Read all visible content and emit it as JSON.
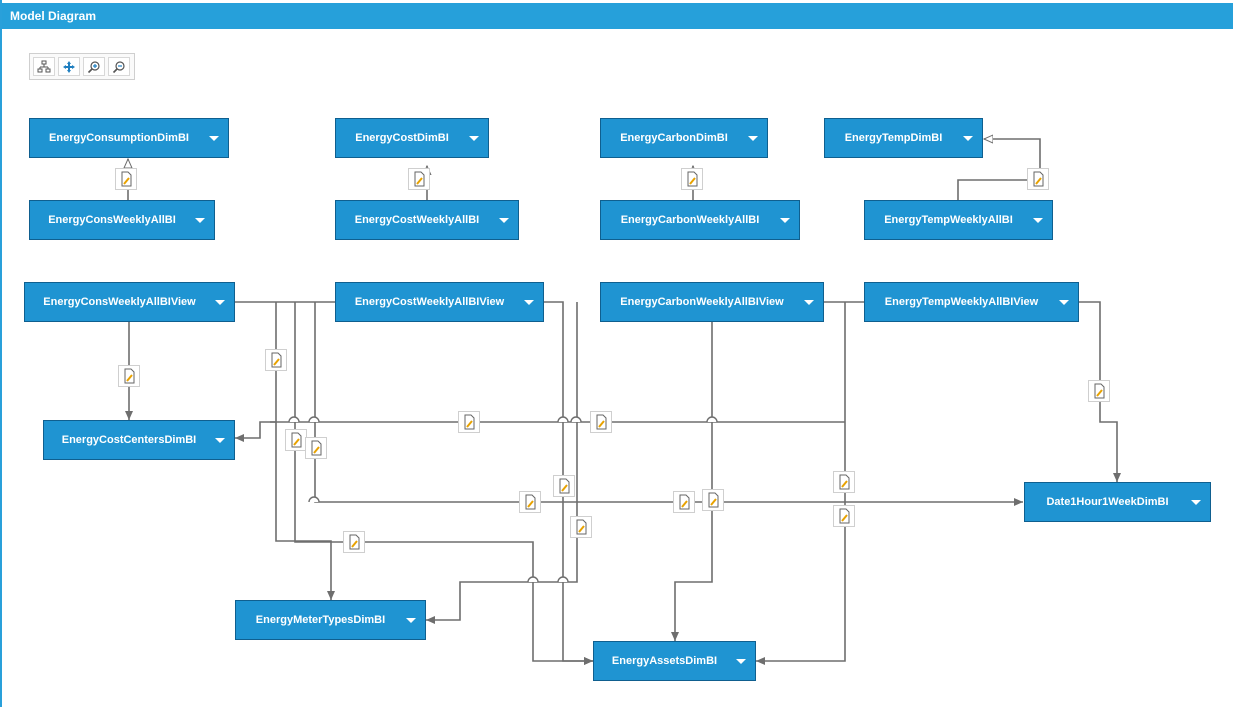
{
  "window": {
    "title": "Model Diagram"
  },
  "toolbar": {
    "buttons": [
      {
        "icon": "hierarchy-layout-icon"
      },
      {
        "icon": "move-icon"
      },
      {
        "icon": "zoom-in-icon"
      },
      {
        "icon": "zoom-out-icon"
      }
    ]
  },
  "tables": {
    "energy_consumption_dim": "EnergyConsumptionDimBI",
    "energy_cost_dim": "EnergyCostDimBI",
    "energy_carbon_dim": "EnergyCarbonDimBI",
    "energy_temp_dim": "EnergyTempDimBI",
    "energy_cons_weekly": "EnergyConsWeeklyAllBI",
    "energy_cost_weekly": "EnergyCostWeeklyAllBI",
    "energy_carbon_weekly": "EnergyCarbonWeeklyAllBI",
    "energy_temp_weekly": "EnergyTempWeeklyAllBI",
    "energy_cons_weekly_view": "EnergyConsWeeklyAllBIView",
    "energy_cost_weekly_view": "EnergyCostWeeklyAllBIView",
    "energy_carbon_weekly_view": "EnergyCarbonWeeklyAllBIView",
    "energy_temp_weekly_view": "EnergyTempWeeklyAllBIView",
    "energy_cost_centers_dim": "EnergyCostCentersDimBI",
    "date_dim": "Date1Hour1WeekDimBI",
    "energy_meter_types_dim": "EnergyMeterTypesDimBI",
    "energy_assets_dim": "EnergyAssetsDimBI"
  },
  "colors": {
    "title_bar": "#26a0da",
    "node_fill": "#1f94d2",
    "connector": "#6e6e6e"
  }
}
